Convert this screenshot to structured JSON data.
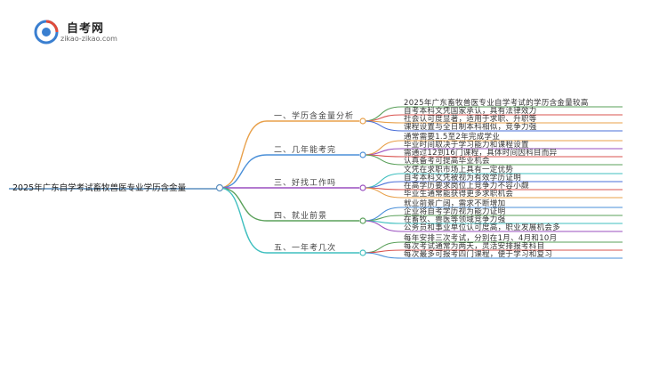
{
  "logo": {
    "title": "自考网",
    "subtitle": "zikao-zikao.com"
  },
  "colors": {
    "root": "#5b8fbf",
    "branches": [
      "#e8a04a",
      "#4a8fd8",
      "#9a4fbf",
      "#5aa05a",
      "#3fbfbf"
    ],
    "leaves": [
      [
        "#5aa05a",
        "#d9534f",
        "#e8a04a",
        "#4a6fd8"
      ],
      [
        "#e8a04a",
        "#9a4fbf",
        "#d9534f",
        "#5aa05a"
      ],
      [
        "#3fbfbf",
        "#4a6fd8",
        "#d9534f",
        "#e8a04a"
      ],
      [
        "#4a8fd8",
        "#5aa05a",
        "#3fbfbf",
        "#9a4fbf"
      ],
      [
        "#5aa05a",
        "#d9534f",
        "#4a8fd8"
      ]
    ]
  },
  "root": {
    "label": "2025年广东自学考试畜牧兽医专业学历含金量"
  },
  "branches": [
    {
      "label": "一、学历含金量分析",
      "leaves": [
        "2025年广东畜牧兽医专业自学考试的学历含金量较高",
        "自考本科文凭国家承认，具有法律效力",
        "社会认可度显著，适用于求职、升职等",
        "课程设置与全日制本科相似，竞争力强"
      ]
    },
    {
      "label": "二、几年能考完",
      "leaves": [
        "通常需要1.5至2年完成学业",
        "毕业时间取决于学习能力和课程设置",
        "需通过12到16门课程，具体时间因科目而异",
        "认真备考可提高毕业机会"
      ]
    },
    {
      "label": "三、好找工作吗",
      "leaves": [
        "文凭在求职市场上具有一定优势",
        "自考本科文凭被视为有效学历证明",
        "在高学历要求岗位上竞争力不容小觑",
        "毕业生通常能获得更多求职机会"
      ]
    },
    {
      "label": "四、就业前景",
      "leaves": [
        "就业前景广阔，需求不断增加",
        "企业将自考学历视为能力证明",
        "在畜牧、兽医等领域竞争力强",
        "公务员和事业单位认可度高，职业发展机会多"
      ]
    },
    {
      "label": "五、一年考几次",
      "leaves": [
        "每年安排三次考试，分别在1月、4月和10月",
        "每次考试通常为两天，灵活安排报考科目",
        "每次最多可报考四门课程，便于学习和复习"
      ]
    }
  ]
}
